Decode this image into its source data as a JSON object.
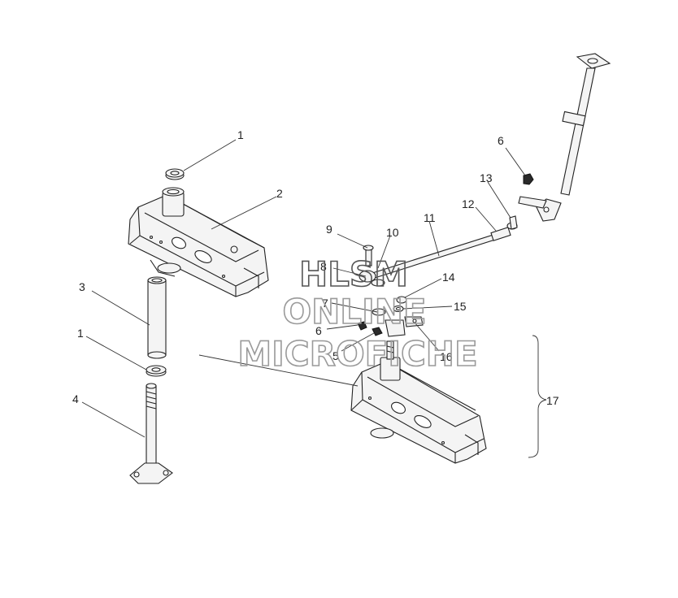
{
  "callouts": [
    {
      "id": "c1a",
      "label": "1"
    },
    {
      "id": "c2",
      "label": "2"
    },
    {
      "id": "c3",
      "label": "3"
    },
    {
      "id": "c1b",
      "label": "1"
    },
    {
      "id": "c4",
      "label": "4"
    },
    {
      "id": "c9",
      "label": "9"
    },
    {
      "id": "c10",
      "label": "10"
    },
    {
      "id": "c11",
      "label": "11"
    },
    {
      "id": "c12",
      "label": "12"
    },
    {
      "id": "c13",
      "label": "13"
    },
    {
      "id": "c6a",
      "label": "6"
    },
    {
      "id": "c8",
      "label": "8"
    },
    {
      "id": "c14",
      "label": "14"
    },
    {
      "id": "c7",
      "label": "7"
    },
    {
      "id": "c15",
      "label": "15"
    },
    {
      "id": "c6b",
      "label": "6"
    },
    {
      "id": "c5",
      "label": "5"
    },
    {
      "id": "c16",
      "label": "16"
    },
    {
      "id": "c17",
      "label": "17"
    }
  ],
  "watermark": {
    "line1": "HLSM",
    "line2": "ONLINE",
    "line3": "MICROFICHE"
  }
}
